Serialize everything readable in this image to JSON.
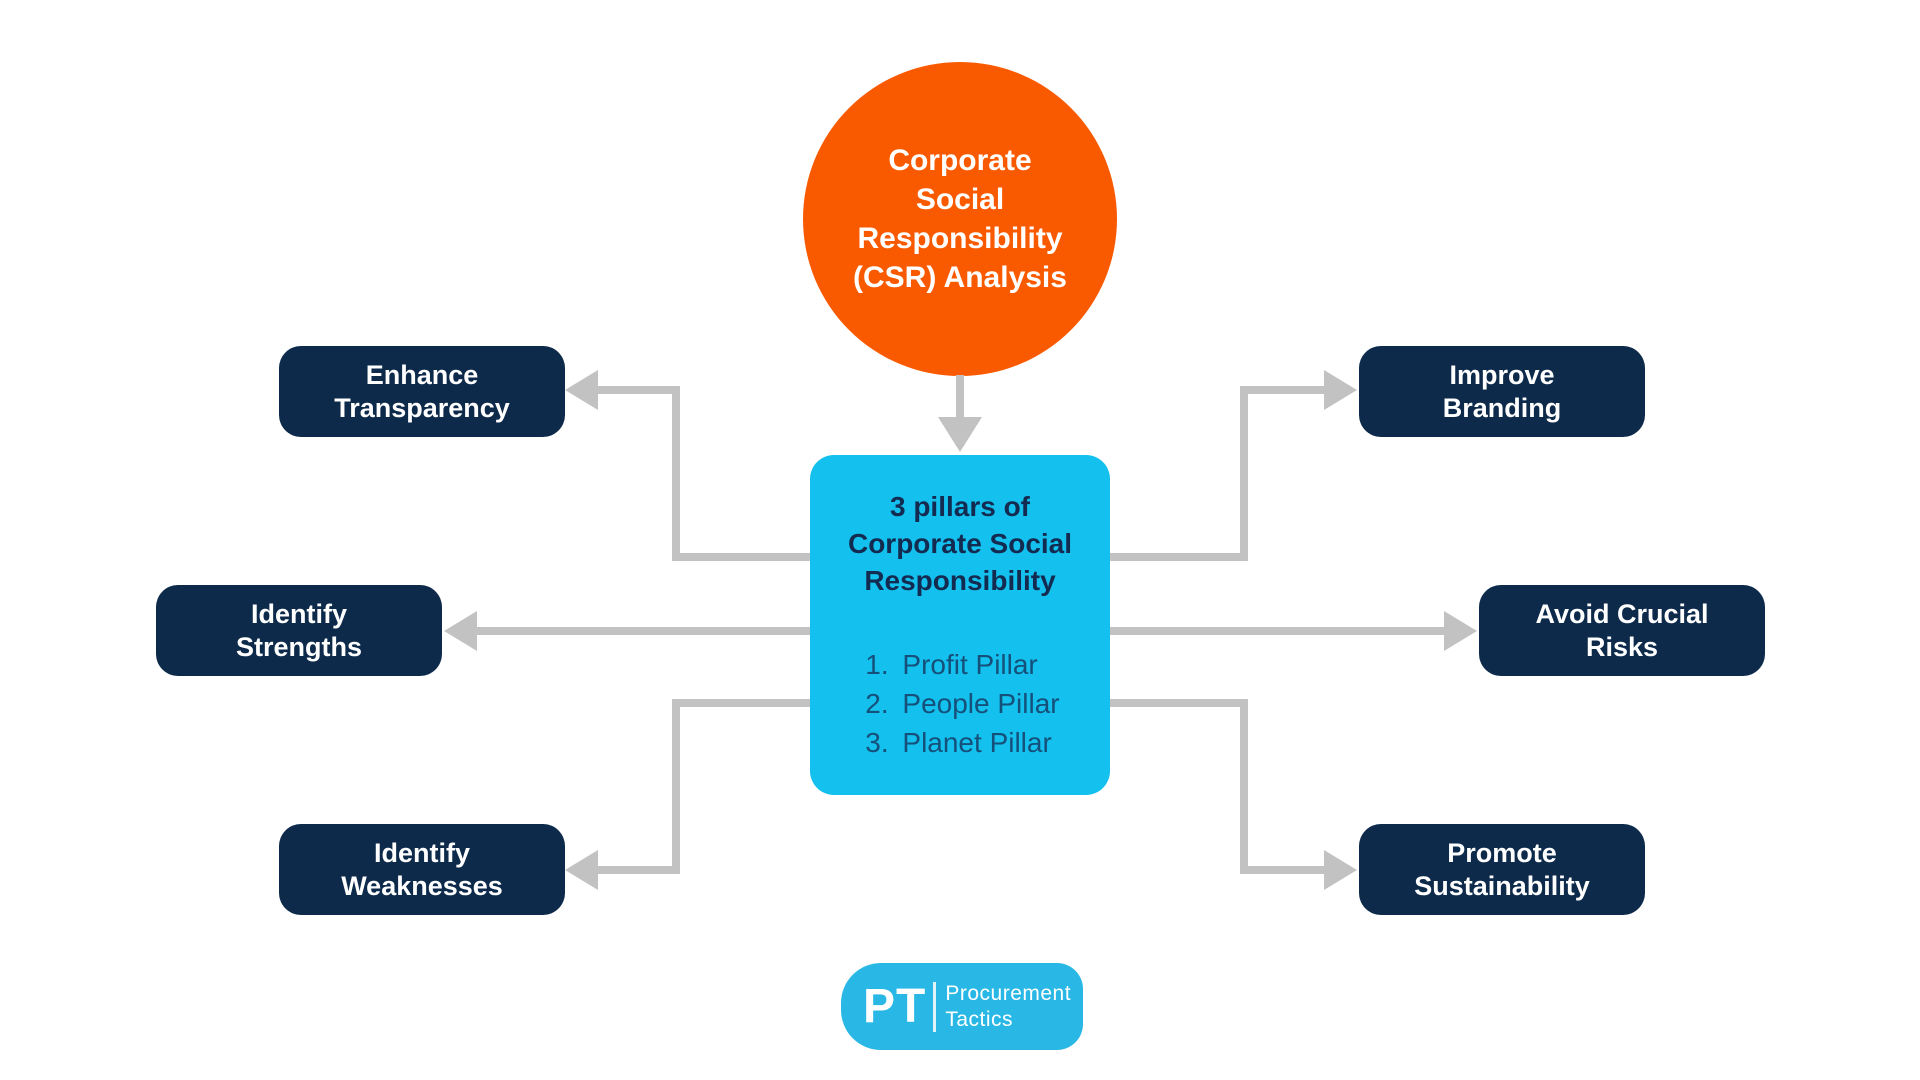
{
  "diagram": {
    "root": {
      "label": "Corporate\nSocial\nResponsibility\n(CSR) Analysis"
    },
    "center": {
      "title": "3 pillars of\nCorporate Social\nResponsibility",
      "pillars": [
        "Profit Pillar",
        "People Pillar",
        "Planet Pillar"
      ]
    },
    "nodes": [
      {
        "id": "enhance-transparency",
        "label": "Enhance\nTransparency"
      },
      {
        "id": "improve-branding",
        "label": "Improve\nBranding"
      },
      {
        "id": "identify-strengths",
        "label": "Identify\nStrengths"
      },
      {
        "id": "avoid-crucial-risks",
        "label": "Avoid Crucial\nRisks"
      },
      {
        "id": "identify-weaknesses",
        "label": "Identify\nWeaknesses"
      },
      {
        "id": "promote-sustainability",
        "label": "Promote\nSustainability"
      }
    ]
  },
  "logo": {
    "monogram": "PT",
    "name": "Procurement\nTactics"
  },
  "colors": {
    "orange": "#F95A00",
    "cyan": "#14C0ED",
    "navy": "#0D2A4B",
    "gray": "#C2C2C2",
    "logo-blue": "#29B8E5",
    "title-navy": "#132B50",
    "list-navy": "#15507A"
  }
}
